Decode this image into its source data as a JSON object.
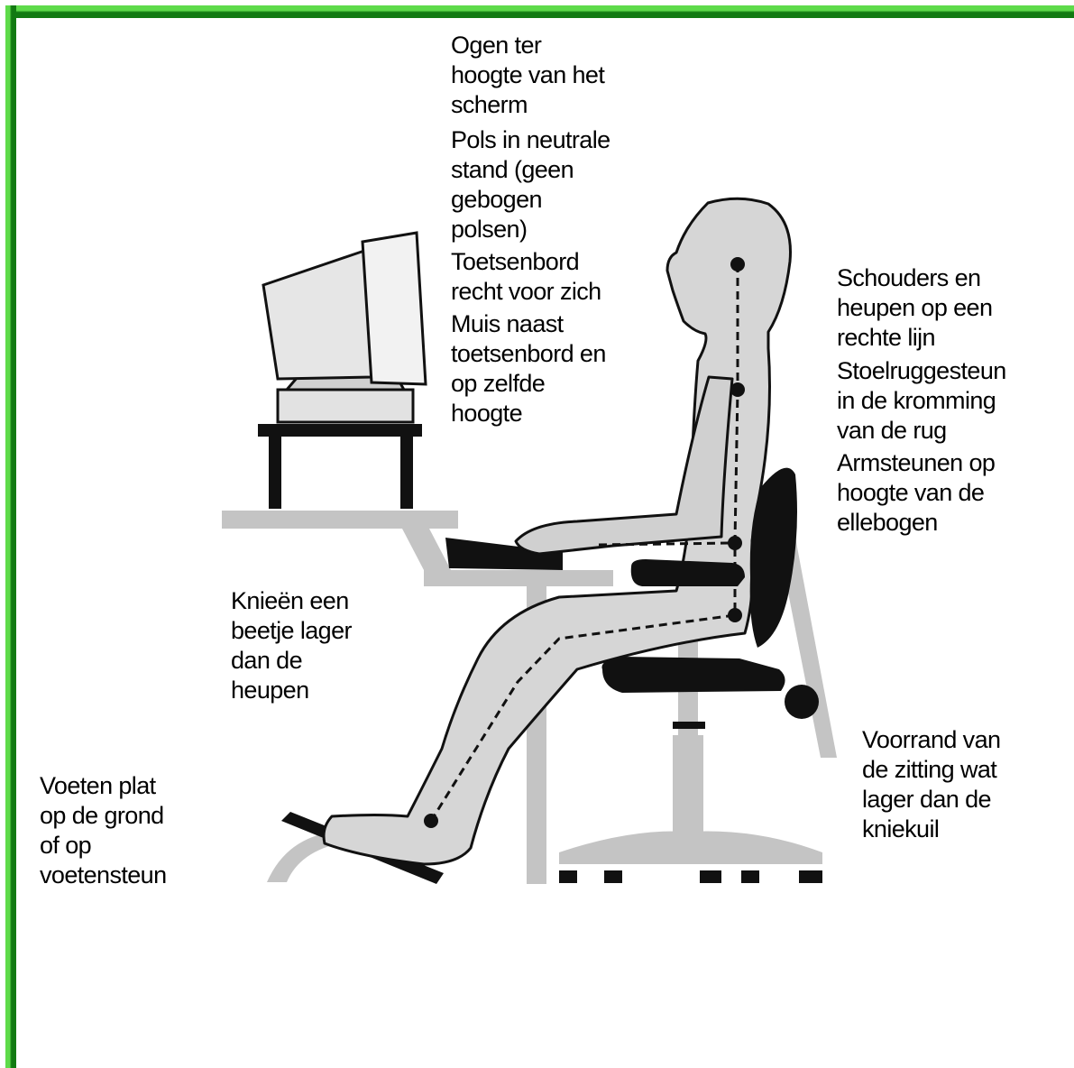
{
  "colors": {
    "frame_light": "#5edb4a",
    "frame_dark": "#127a12",
    "figure_fill": "#d6d6d6",
    "furniture_fill": "#c4c4c4",
    "dark": "#111111"
  },
  "captions": {
    "top": [
      [
        "Ogen ter",
        "hoogte van het",
        "scherm"
      ],
      [
        "Pols in neutrale",
        "stand (geen",
        "gebogen",
        "polsen)"
      ],
      [
        "Toetsenbord",
        "recht voor zich"
      ],
      [
        "Muis naast",
        "toetsenbord en",
        "op zelfde",
        "hoogte"
      ]
    ],
    "right": [
      [
        "Schouders en",
        "heupen op een",
        "rechte lijn"
      ],
      [
        "Stoelruggesteun",
        "in de kromming",
        "van de rug"
      ],
      [
        "Armsteunen op",
        "hoogte van de",
        "ellebogen"
      ]
    ],
    "knees": [
      "Knieën een",
      "beetje lager",
      "dan de",
      "heupen"
    ],
    "feet": [
      "Voeten plat",
      "op de grond",
      "of op",
      "voetensteun"
    ],
    "seat_edge": [
      "Voorrand van",
      "de zitting wat",
      "lager dan de",
      "kniekuil"
    ]
  }
}
